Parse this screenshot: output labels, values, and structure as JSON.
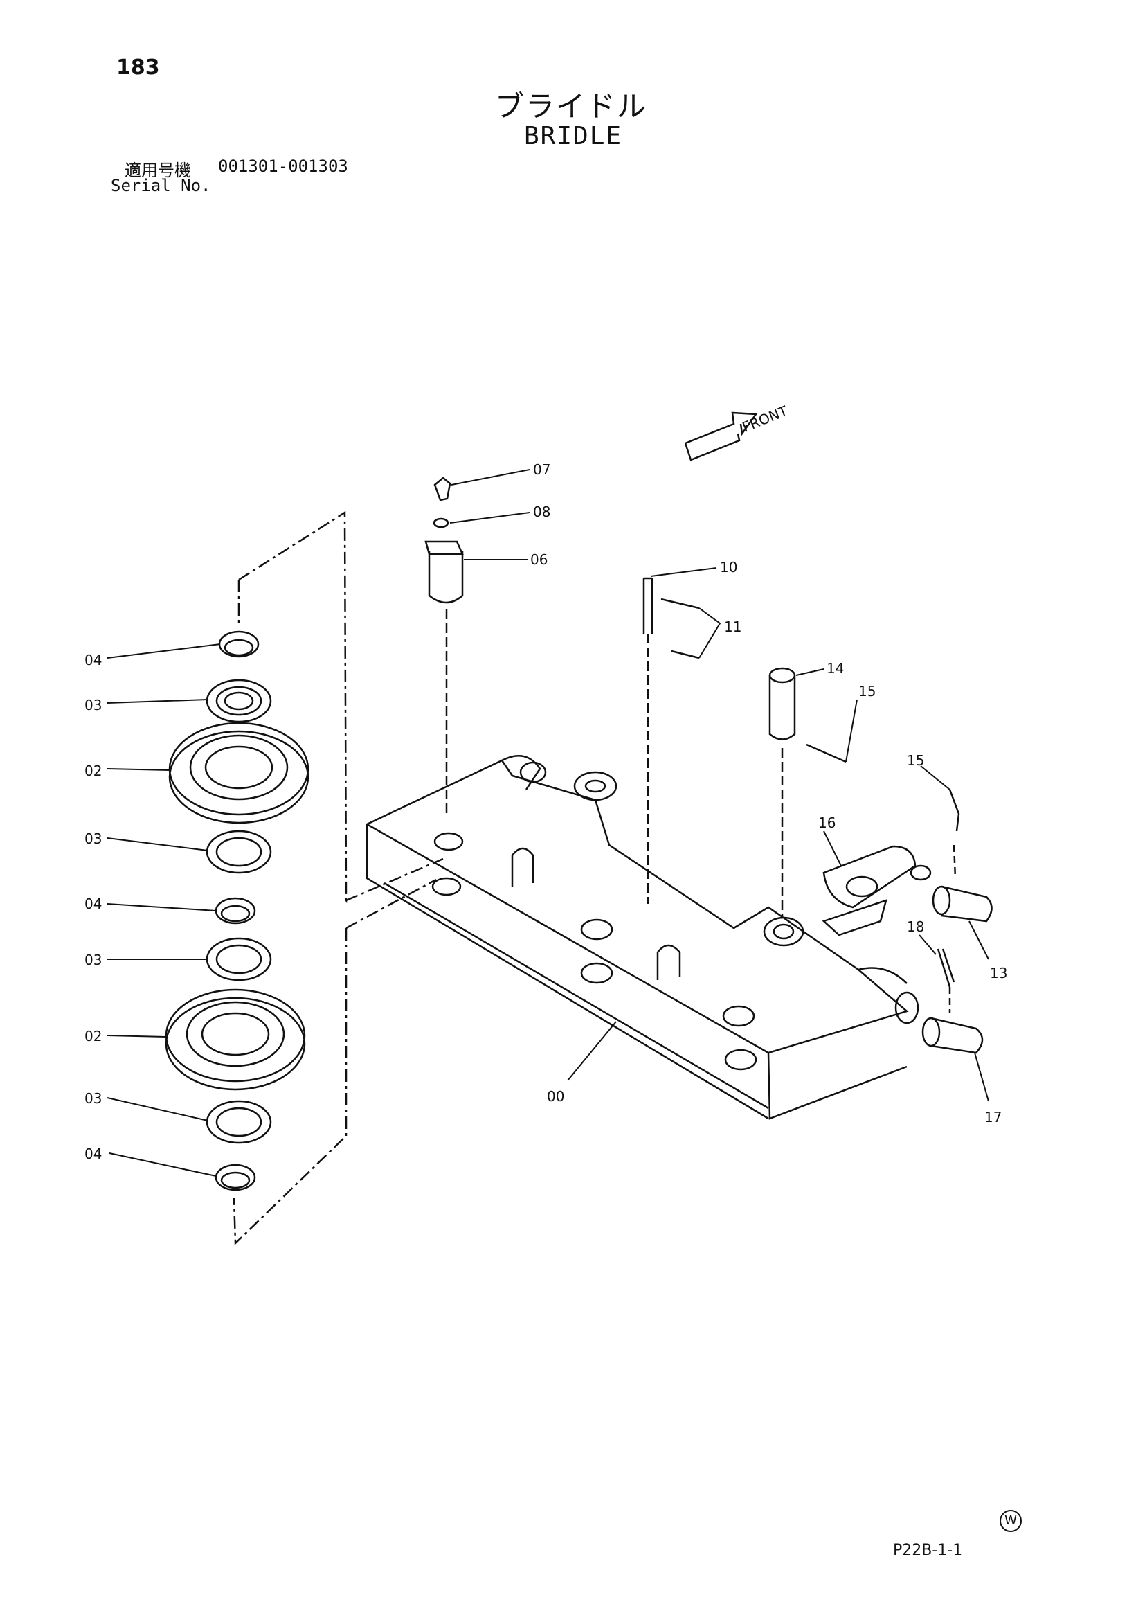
{
  "header": {
    "page_number": "183",
    "title_ja": "ブライドル",
    "title_en": "BRIDLE",
    "serial_label_ja": "適用号機",
    "serial_range": "001301-001303",
    "serial_label_en": "Serial No."
  },
  "diagram": {
    "front_label": "FRONT",
    "callouts": [
      "07",
      "08",
      "06",
      "10",
      "11",
      "14",
      "15",
      "15",
      "16",
      "13",
      "18",
      "17",
      "00",
      "04",
      "03",
      "02",
      "03",
      "04",
      "03",
      "02",
      "03",
      "04"
    ]
  },
  "footer": {
    "mark": "W",
    "figure_code": "P22B-1-1"
  }
}
